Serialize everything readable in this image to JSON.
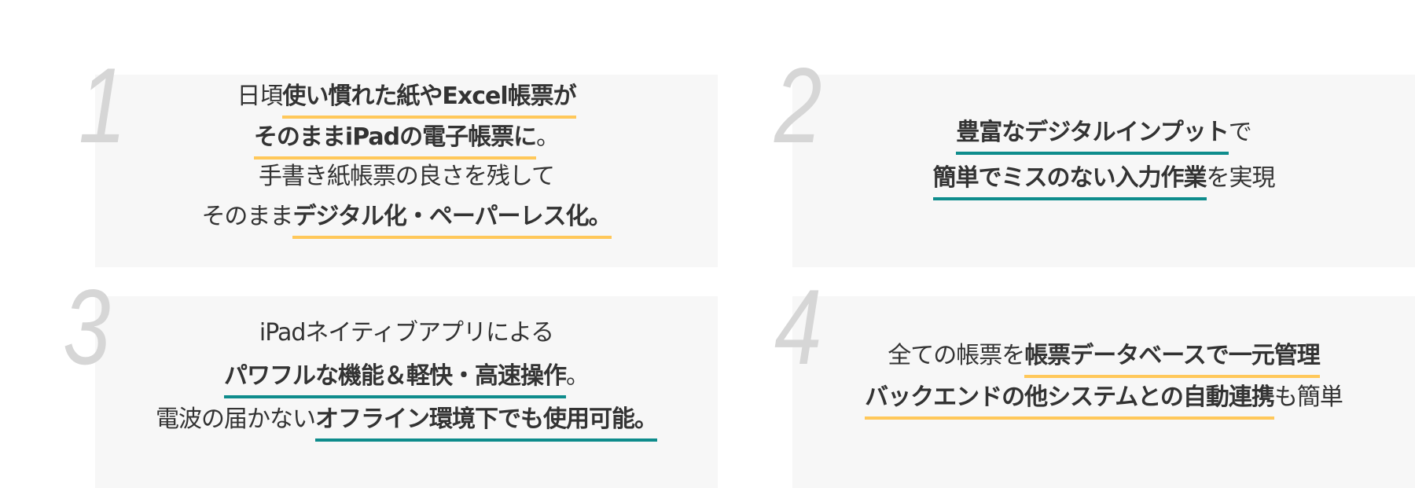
{
  "colors": {
    "yellow": "#FFC85A",
    "teal": "#0E8C8C",
    "card_bg": "#F7F7F7",
    "number": "#D6D6D6"
  },
  "cards": [
    {
      "number": "1",
      "lines": [
        [
          {
            "text": "日頃",
            "bold": false,
            "ul": ""
          },
          {
            "text": "使い慣れた紙やExcel帳票が",
            "bold": true,
            "ul": "yellow"
          }
        ],
        [
          {
            "text": "そのままiPadの電子帳票に",
            "bold": true,
            "ul": "yellow"
          },
          {
            "text": "。",
            "bold": false,
            "ul": ""
          }
        ],
        [
          {
            "text": "手書き紙帳票の良さを残して",
            "bold": false,
            "ul": ""
          }
        ],
        [
          {
            "text": "そのまま",
            "bold": false,
            "ul": ""
          },
          {
            "text": "デジタル化・ペーパーレス化。",
            "bold": true,
            "ul": "yellow"
          }
        ]
      ]
    },
    {
      "number": "2",
      "lines": [
        [
          {
            "text": "豊富なデジタルインプット",
            "bold": true,
            "ul": "teal"
          },
          {
            "text": "で",
            "bold": false,
            "ul": ""
          }
        ],
        [
          {
            "text": "簡単でミスのない入力作業",
            "bold": true,
            "ul": "teal"
          },
          {
            "text": "を実現",
            "bold": false,
            "ul": ""
          }
        ]
      ]
    },
    {
      "number": "3",
      "lines": [
        [
          {
            "text": "iPadネイティブアプリによる",
            "bold": false,
            "ul": ""
          }
        ],
        [
          {
            "text": "パワフルな機能＆軽快・高速操作",
            "bold": true,
            "ul": "teal"
          },
          {
            "text": "。",
            "bold": false,
            "ul": ""
          }
        ],
        [
          {
            "text": "電波の届かない",
            "bold": false,
            "ul": ""
          },
          {
            "text": "オフライン環境下でも使用可能。",
            "bold": true,
            "ul": "teal"
          }
        ]
      ]
    },
    {
      "number": "4",
      "lines": [
        [
          {
            "text": "全ての帳票を",
            "bold": false,
            "ul": ""
          },
          {
            "text": "帳票データベースで一元管理",
            "bold": true,
            "ul": "yellow"
          }
        ],
        [
          {
            "text": "バックエンドの他システムとの自動連携",
            "bold": true,
            "ul": "yellow"
          },
          {
            "text": "も簡単",
            "bold": false,
            "ul": ""
          }
        ]
      ]
    }
  ]
}
